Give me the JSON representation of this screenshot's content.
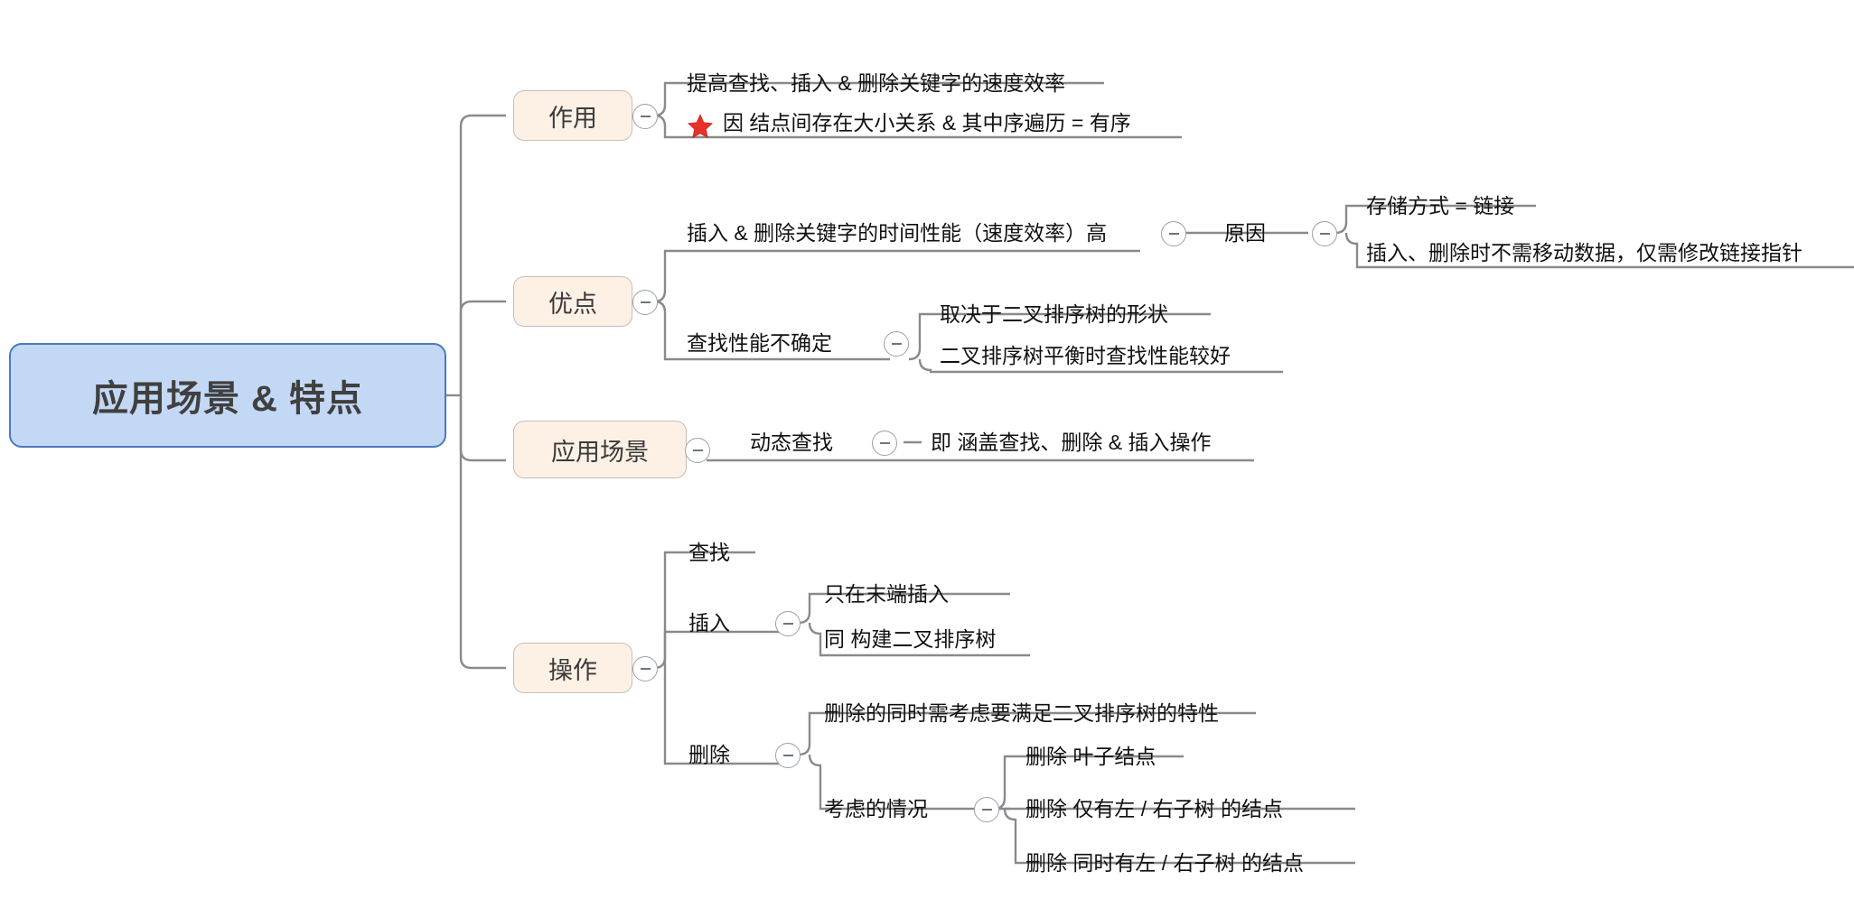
{
  "diagram": {
    "type": "mindmap",
    "title": "应用场景 & 特点",
    "colors": {
      "root_fill": "#c3d8f5",
      "root_border": "#4d79bd",
      "branch_fill": "#fdf1e6",
      "branch_border": "#c9bdb2",
      "line": "#8a8a8a",
      "star": "#e8312a",
      "text": "#111111"
    },
    "root": {
      "label": "应用场景 & 特点"
    },
    "branches": [
      {
        "label": "作用",
        "toggle": "collapse-toggle",
        "children": [
          {
            "label": "提高查找、插入 & 删除关键字的速度效率"
          },
          {
            "label": "因 结点间存在大小关系 & 其中序遍历 = 有序",
            "icon": "star-icon"
          }
        ]
      },
      {
        "label": "优点",
        "toggle": "collapse-toggle",
        "children": [
          {
            "label": "插入 & 删除关键字的时间性能（速度效率）高",
            "toggle": "collapse-toggle",
            "children": [
              {
                "label": "原因",
                "toggle": "collapse-toggle",
                "children": [
                  {
                    "label": "存储方式 = 链接"
                  },
                  {
                    "label": "插入、删除时不需移动数据，仅需修改链接指针"
                  }
                ]
              }
            ]
          },
          {
            "label": "查找性能不确定",
            "toggle": "collapse-toggle",
            "children": [
              {
                "label": "取决于二叉排序树的形状"
              },
              {
                "label": "二叉排序树平衡时查找性能较好"
              }
            ]
          }
        ]
      },
      {
        "label": "应用场景",
        "toggle": "collapse-toggle",
        "children": [
          {
            "label": "动态查找",
            "toggle": "collapse-toggle",
            "children": [
              {
                "label": "即 涵盖查找、删除 & 插入操作"
              }
            ]
          }
        ]
      },
      {
        "label": "操作",
        "toggle": "collapse-toggle",
        "children": [
          {
            "label": "查找"
          },
          {
            "label": "插入",
            "toggle": "collapse-toggle",
            "children": [
              {
                "label": "只在末端插入"
              },
              {
                "label": "同 构建二叉排序树"
              }
            ]
          },
          {
            "label": "删除",
            "toggle": "collapse-toggle",
            "children": [
              {
                "label": "删除的同时需考虑要满足二叉排序树的特性"
              },
              {
                "label": "考虑的情况",
                "toggle": "collapse-toggle",
                "children": [
                  {
                    "label": "删除 叶子结点"
                  },
                  {
                    "label": "删除 仅有左 / 右子树 的结点"
                  },
                  {
                    "label": "删除 同时有左 / 右子树 的结点"
                  }
                ]
              }
            ]
          }
        ]
      }
    ]
  }
}
